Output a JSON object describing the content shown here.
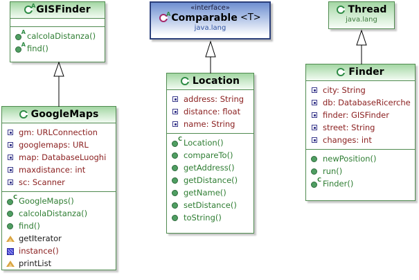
{
  "diagram": {
    "kind": "uml-class-diagram",
    "colors": {
      "class_header_top": "#a3d6a3",
      "class_border": "#4f8a4f",
      "interface_header_top": "#6f8fd0",
      "interface_border": "#2b3f7a",
      "attribute_text": "#8b2020",
      "method_text": "#2e7d32",
      "package_text_green": "#3f7a3f",
      "package_text_blue": "#2b4fa0"
    }
  },
  "classes": {
    "gisfinder": {
      "name": "GISFinder",
      "icon": "abstract-class-icon",
      "attributes": [],
      "methods": [
        {
          "label": "calcolaDistanza()",
          "icon": "abstract-method-icon"
        },
        {
          "label": "find()",
          "icon": "abstract-method-icon"
        }
      ]
    },
    "googlemaps": {
      "name": "GoogleMaps",
      "icon": "class-icon",
      "attributes": [
        {
          "label": "gm: URLConnection",
          "icon": "field-icon"
        },
        {
          "label": "googlemaps: URL",
          "icon": "field-icon"
        },
        {
          "label": "map: DatabaseLuoghi",
          "icon": "field-icon"
        },
        {
          "label": "maxdistance: int",
          "icon": "field-icon"
        },
        {
          "label": "sc: Scanner",
          "icon": "field-icon"
        }
      ],
      "methods": [
        {
          "label": "GoogleMaps()",
          "icon": "constructor-icon"
        },
        {
          "label": "calcolaDistanza()",
          "icon": "method-icon"
        },
        {
          "label": "find()",
          "icon": "method-icon"
        },
        {
          "label": "getIterator",
          "icon": "warning-triangle-icon"
        },
        {
          "label": "instance()",
          "icon": "blue-square-icon"
        },
        {
          "label": "printList",
          "icon": "warning-triangle-icon"
        }
      ]
    },
    "comparable": {
      "stereotype": "«interface»",
      "name": "Comparable",
      "generic": "<T>",
      "package": "java.lang",
      "icon": "abstract-interface-icon",
      "attributes": [],
      "methods": []
    },
    "location": {
      "name": "Location",
      "icon": "class-icon",
      "attributes": [
        {
          "label": "address: String",
          "icon": "field-icon"
        },
        {
          "label": "distance: float",
          "icon": "field-icon"
        },
        {
          "label": "name: String",
          "icon": "field-icon"
        }
      ],
      "methods": [
        {
          "label": "Location()",
          "icon": "constructor-icon"
        },
        {
          "label": "compareTo()",
          "icon": "method-icon"
        },
        {
          "label": "getAddress()",
          "icon": "method-icon"
        },
        {
          "label": "getDistance()",
          "icon": "method-icon"
        },
        {
          "label": "getName()",
          "icon": "method-icon"
        },
        {
          "label": "setDistance()",
          "icon": "method-icon"
        },
        {
          "label": "toString()",
          "icon": "method-icon"
        }
      ]
    },
    "thread": {
      "name": "Thread",
      "package": "java.lang",
      "icon": "class-icon",
      "attributes": [],
      "methods": []
    },
    "finder": {
      "name": "Finder",
      "icon": "class-icon",
      "attributes": [
        {
          "label": "city: String",
          "icon": "field-icon"
        },
        {
          "label": "db: DatabaseRicerche",
          "icon": "field-icon"
        },
        {
          "label": "finder: GISFinder",
          "icon": "field-icon"
        },
        {
          "label": "street: String",
          "icon": "field-icon"
        },
        {
          "label": "changes: int",
          "icon": "field-icon"
        }
      ],
      "methods": [
        {
          "label": "newPosition()",
          "icon": "method-icon"
        },
        {
          "label": "run()",
          "icon": "method-icon"
        },
        {
          "label": "Finder()",
          "icon": "constructor-icon"
        }
      ]
    }
  },
  "relationships": [
    {
      "type": "generalization",
      "from": "GoogleMaps",
      "to": "GISFinder"
    },
    {
      "type": "realization",
      "from": "Location",
      "to": "Comparable"
    },
    {
      "type": "generalization",
      "from": "Finder",
      "to": "Thread"
    }
  ]
}
